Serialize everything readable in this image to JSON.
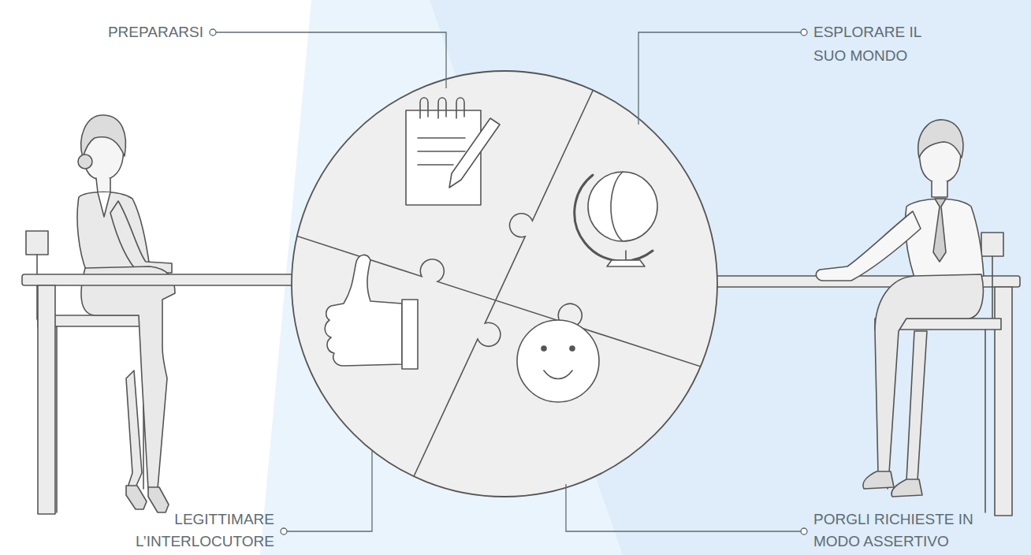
{
  "diagram": {
    "labels": [
      "PREPARARSI",
      "ESPLORARE IL SUO MONDO",
      "LEGITTIMARE L’INTERLOCUTORE",
      "PORGLI RICHIESTE IN MODO ASSERTIVO"
    ]
  }
}
